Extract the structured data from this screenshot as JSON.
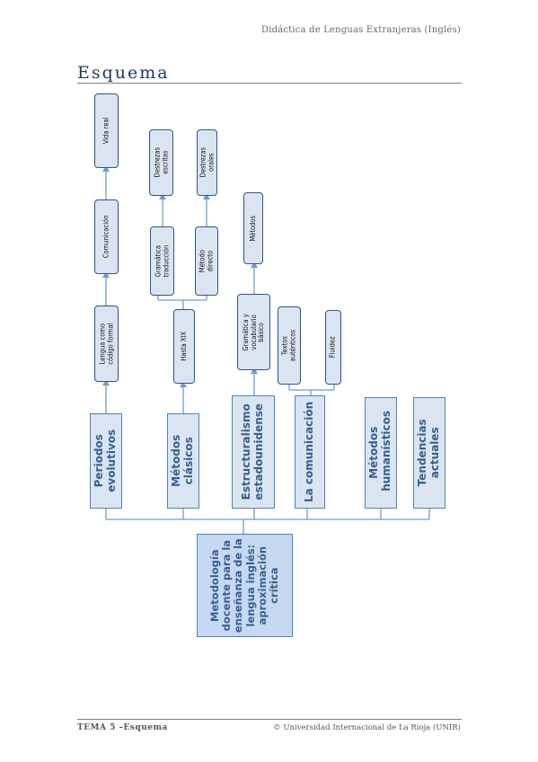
{
  "header": {
    "title": "Didáctica de Lenguas Extranjeras (Inglés)"
  },
  "section": {
    "title": "Esquema"
  },
  "footer": {
    "left": "TEMA 5 –Esquema",
    "right": "© Universidad Internacional de La Rioja (UNIR)"
  },
  "diagram": {
    "root": "Metodología docente para la enseñanza de la lengua inglés: aproximación crítica",
    "periodos": {
      "label": "Periodos evolutivos",
      "l1": "Lengua como código formal",
      "l2": "Comunicación",
      "l3": "Vida real"
    },
    "metodos_clasicos": {
      "label": "Métodos clásicos",
      "hasta": "Hasta XIX",
      "gramatica_traduccion": "Gramática traducción",
      "metodo_directo": "Método directo",
      "destrezas_escritas": "Destrezas escritas",
      "destrezas_orales": "Destrezas orales"
    },
    "estructuralismo": {
      "label": "Estructuralismo estadounidense",
      "gramatica_vocabulario": "Gramática y vocabulario básico",
      "metodos": "Métodos"
    },
    "comunicacion": {
      "label": "La comunicación",
      "textos": "Textos auténticos",
      "fluidez": "Fluidez"
    },
    "humanisticos": {
      "label": "Métodos humanísticos"
    },
    "tendencias": {
      "label": "Tendencias actuales"
    }
  }
}
